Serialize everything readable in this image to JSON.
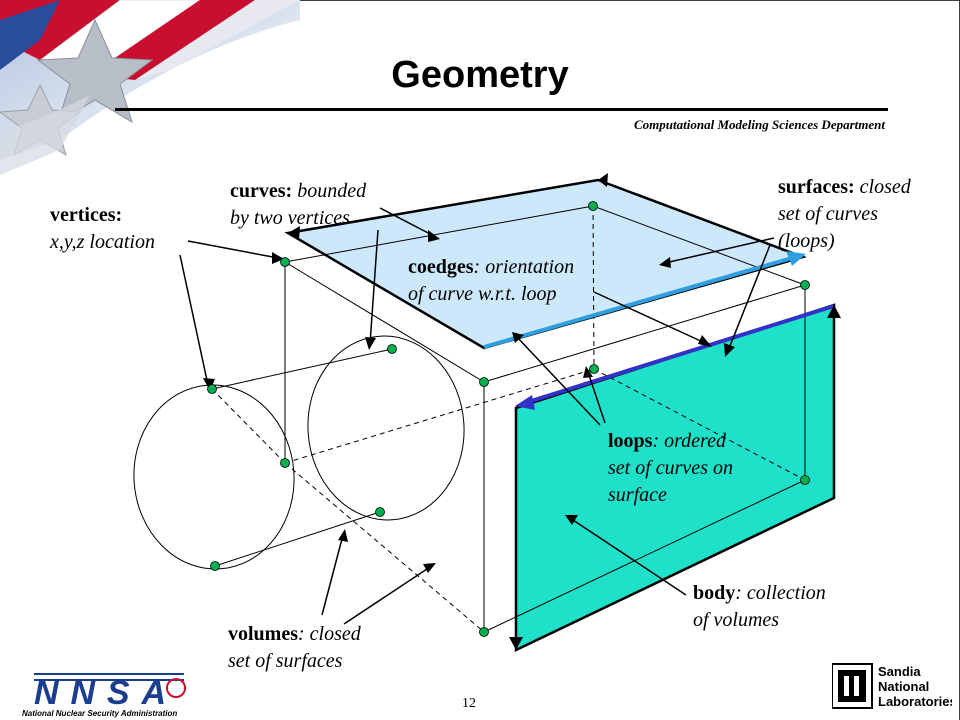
{
  "title": "Geometry",
  "department": "Computational Modeling Sciences Department",
  "page_number": "12",
  "labels": {
    "vertices": {
      "term": "vertices:",
      "line2": "x,y,z location"
    },
    "curves": {
      "term": "curves:",
      "desc1": "bounded",
      "line2": "by two vertices"
    },
    "surfaces": {
      "term": "surfaces:",
      "desc1": "closed",
      "line2": "set of curves",
      "line3": "(loops)"
    },
    "coedges": {
      "term": "coedges",
      "desc1": ": orientation",
      "line2": "of curve w.r.t. loop"
    },
    "loops": {
      "term": "loops",
      "desc1": ": ordered",
      "line2": "set of curves on",
      "line3": "surface"
    },
    "body": {
      "term": "body",
      "desc1": ": collection",
      "line2": "of volumes"
    },
    "volumes": {
      "term": "volumes",
      "desc1": ": closed",
      "line2": "set of surfaces"
    }
  },
  "logos": {
    "nnsa_letters": "NNSA",
    "nnsa_caption": "National Nuclear Security Administration",
    "sandia_line1": "Sandia",
    "sandia_line2": "National",
    "sandia_line3": "Laboratories"
  },
  "colors": {
    "top_surface": "#cce8fa",
    "front_surface": "#1fe0c8",
    "coedge_top": "#2f9fdf",
    "coedge_front": "#3232c8",
    "vertex": "#00b050"
  }
}
